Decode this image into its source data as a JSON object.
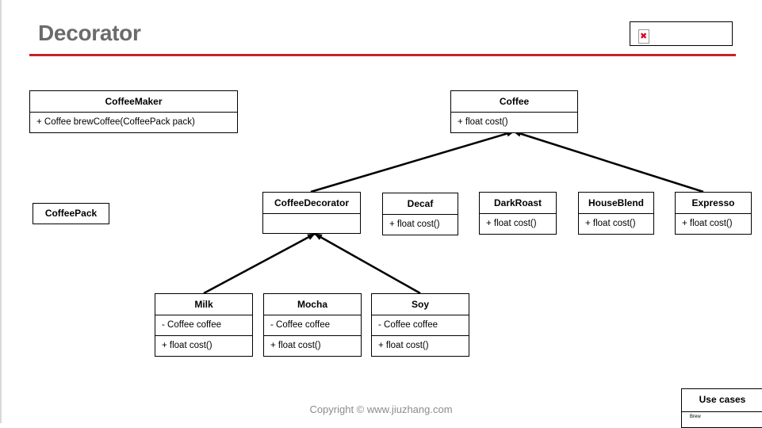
{
  "slide": {
    "title": "Decorator",
    "footer": "Copyright © www.jiuzhang.com"
  },
  "colors": {
    "title_text": "#6b6b6b",
    "rule": "#c8202c",
    "footer_text": "#8c8c8c",
    "broken_image_x": "#e0001b"
  },
  "image_placeholder": {
    "icon": "broken-image-icon"
  },
  "classes": {
    "coffee_maker": {
      "name": "CoffeeMaker",
      "members": [
        "+ Coffee  brewCoffee(CoffeePack  pack)"
      ]
    },
    "coffee": {
      "name": "Coffee",
      "members": [
        "+ float cost()"
      ]
    },
    "coffee_pack": {
      "name": "CoffeePack",
      "members": []
    },
    "coffee_decorator": {
      "name": "CoffeeDecorator",
      "members": []
    },
    "decaf": {
      "name": "Decaf",
      "members": [
        "+ float cost()"
      ]
    },
    "dark_roast": {
      "name": "DarkRoast",
      "members": [
        "+ float cost()"
      ]
    },
    "house_blend": {
      "name": "HouseBlend",
      "members": [
        "+ float cost()"
      ]
    },
    "expresso": {
      "name": "Expresso",
      "members": [
        "+ float cost()"
      ]
    },
    "milk": {
      "name": "Milk",
      "members": [
        "- Coffee  coffee",
        "+ float cost()"
      ]
    },
    "mocha": {
      "name": "Mocha",
      "members": [
        "- Coffee  coffee",
        "+ float cost()"
      ]
    },
    "soy": {
      "name": "Soy",
      "members": [
        "- Coffee  coffee",
        "+ float cost()"
      ]
    }
  },
  "relations": [
    {
      "from": "CoffeeDecorator",
      "to": "Coffee",
      "type": "inheritance"
    },
    {
      "from": "Expresso",
      "to": "Coffee",
      "type": "inheritance"
    },
    {
      "from": "Milk",
      "to": "CoffeeDecorator",
      "type": "inheritance"
    },
    {
      "from": "Soy",
      "to": "CoffeeDecorator",
      "type": "inheritance"
    }
  ],
  "use_cases": {
    "title": "Use cases",
    "items": [
      "Brew"
    ]
  }
}
